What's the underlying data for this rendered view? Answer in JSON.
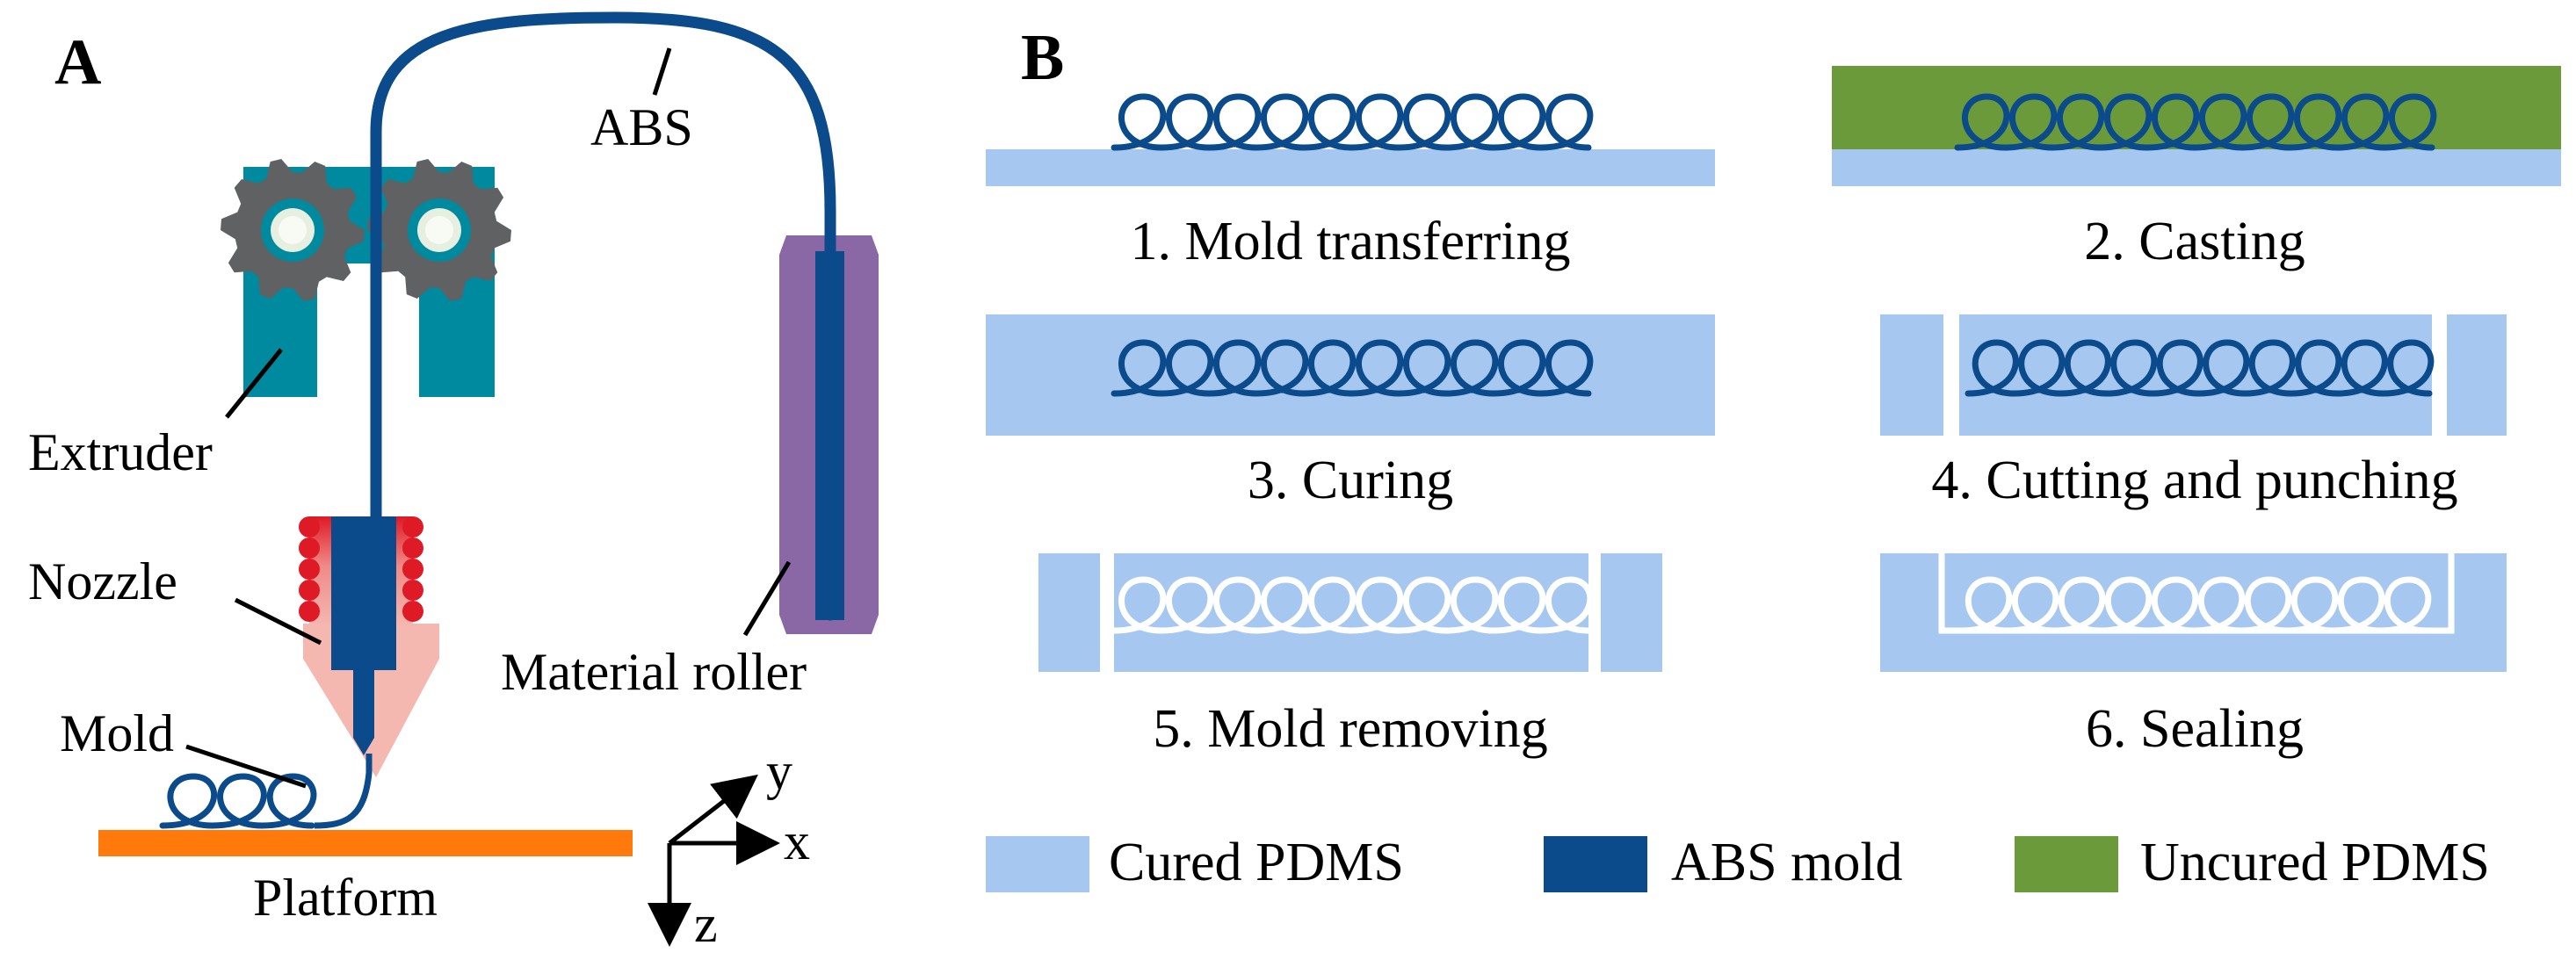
{
  "panels": {
    "a": {
      "label": "A",
      "labels": {
        "abs": "ABS",
        "extruder": "Extruder",
        "nozzle": "Nozzle",
        "mold": "Mold",
        "material_roller": "Material roller",
        "platform": "Platform"
      },
      "axes": {
        "x": "x",
        "y": "y",
        "z": "z"
      }
    },
    "b": {
      "label": "B",
      "steps": [
        "1. Mold transferring",
        "2. Casting",
        "3. Curing",
        "4. Cutting and punching",
        "5. Mold removing",
        "6. Sealing"
      ],
      "legend": [
        {
          "label": "Cured PDMS",
          "color": "#a6c8f0"
        },
        {
          "label": "ABS mold",
          "color": "#0b4a8b"
        },
        {
          "label": "Uncured PDMS",
          "color": "#6b9a3a"
        }
      ]
    }
  },
  "colors": {
    "cured_pdms": "#a6c8f0",
    "abs": "#0b4a8b",
    "uncured_pdms": "#6b9a3a",
    "platform": "#ff7a0a",
    "extruder": "#008a9f",
    "gear": "#5f6163",
    "roller": "#8a68a6",
    "heater": "#dd1a26",
    "nozzle_tip": "#f5b8b0"
  }
}
